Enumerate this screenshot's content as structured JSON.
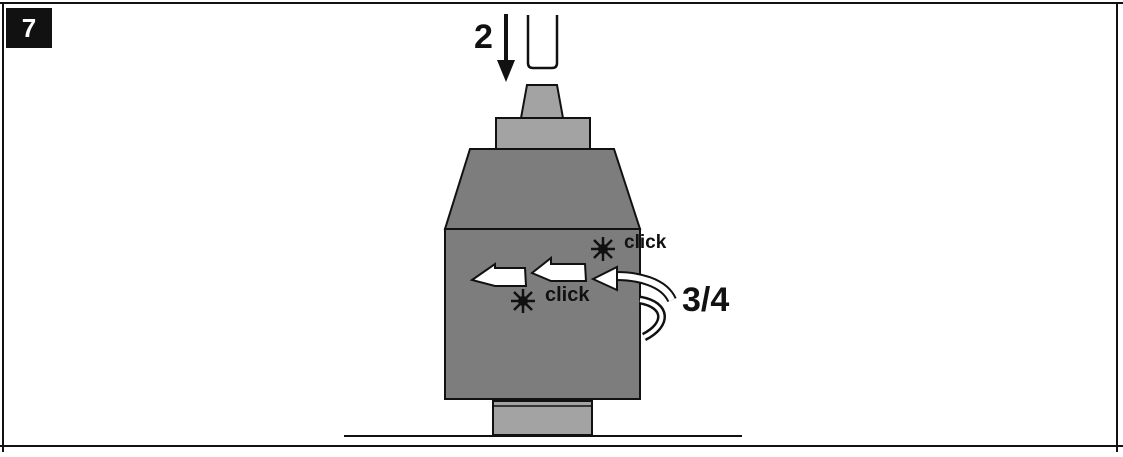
{
  "step_number": "7",
  "labels": {
    "press_step": "2",
    "rotate_step": "3/4",
    "click_upper": "click",
    "click_lower": "click"
  },
  "colors": {
    "housing": "#7d7d7d",
    "neck": "#a3a3a3",
    "outline": "#111111",
    "badge": "#111111",
    "arrow_fill": "#ffffff"
  }
}
